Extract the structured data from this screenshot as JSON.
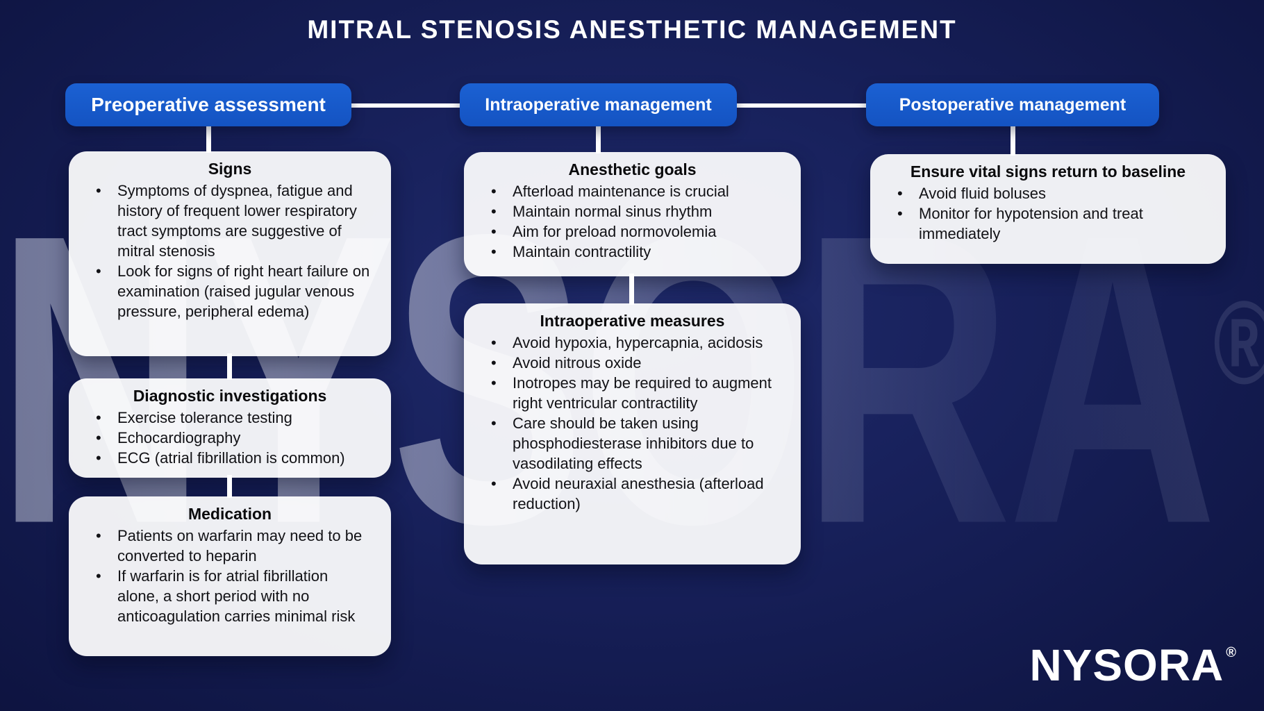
{
  "title": "MITRAL STENOSIS ANESTHETIC MANAGEMENT",
  "watermark": {
    "text": "NYSORA",
    "reg": "®"
  },
  "logo": {
    "text": "NYSORA",
    "reg": "®"
  },
  "colors": {
    "background_navy": "#131b52",
    "header_pill_blue": "#1658c8",
    "card_white": "#ffffff",
    "connector_white": "#ffffff",
    "body_text": "#121216"
  },
  "columns": [
    {
      "header": "Preoperative assessment",
      "boxes": [
        {
          "title": "Signs",
          "bullets": [
            "Symptoms of dyspnea, fatigue and history of frequent lower respiratory tract symptoms are suggestive of mitral stenosis",
            "Look for signs of right heart failure on examination (raised jugular venous pressure, peripheral edema)"
          ]
        },
        {
          "title": "Diagnostic investigations",
          "bullets": [
            "Exercise tolerance testing",
            "Echocardiography",
            "ECG (atrial fibrillation is common)"
          ]
        },
        {
          "title": "Medication",
          "bullets": [
            "Patients on warfarin may need to be converted to heparin",
            "If warfarin is for atrial fibrillation alone, a short period with no anticoagulation carries minimal risk"
          ]
        }
      ]
    },
    {
      "header": "Intraoperative management",
      "boxes": [
        {
          "title": "Anesthetic goals",
          "bullets": [
            "Afterload maintenance is crucial",
            "Maintain normal sinus rhythm",
            "Aim for preload normovolemia",
            "Maintain contractility"
          ]
        },
        {
          "title": "Intraoperative measures",
          "bullets": [
            "Avoid hypoxia, hypercapnia, acidosis",
            "Avoid nitrous oxide",
            "Inotropes may be required to augment right ventricular contractility",
            "Care should be taken using phosphodiesterase inhibitors due to vasodilating effects",
            "Avoid neuraxial anesthesia (afterload reduction)"
          ]
        }
      ]
    },
    {
      "header": "Postoperative management",
      "boxes": [
        {
          "title": "Ensure vital signs return to baseline",
          "bullets": [
            "Avoid fluid boluses",
            "Monitor for hypotension and treat immediately"
          ]
        }
      ]
    }
  ]
}
